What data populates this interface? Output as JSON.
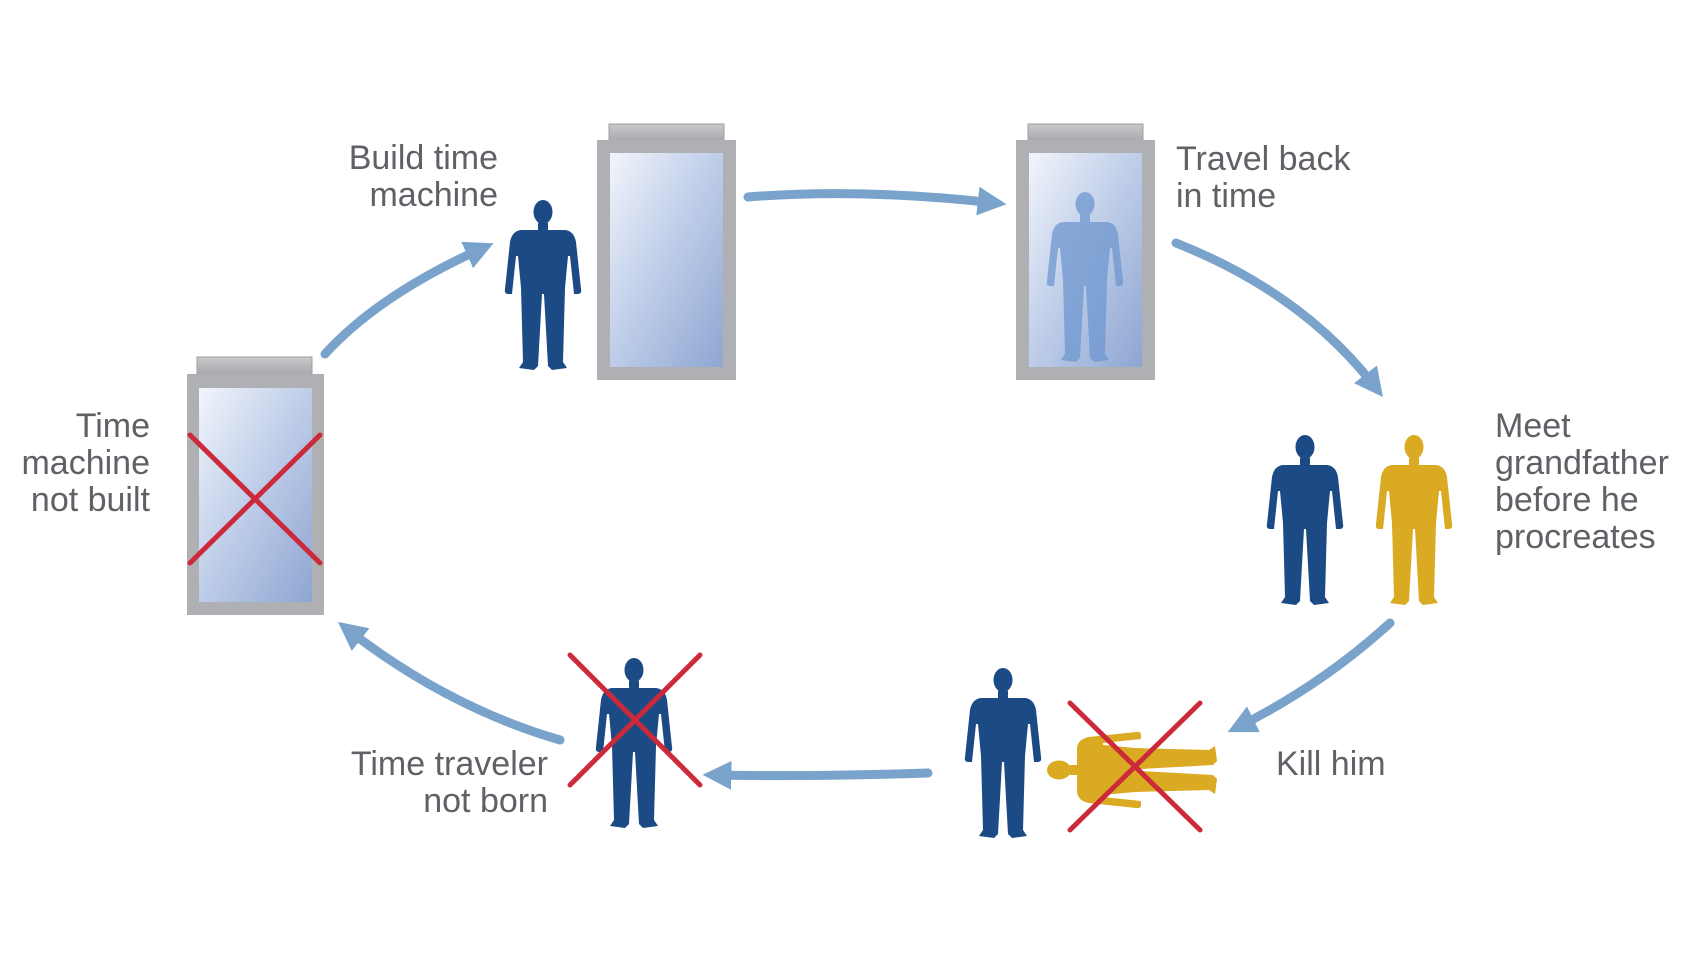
{
  "steps": [
    {
      "id": "build",
      "lines": [
        "Build time",
        "machine"
      ]
    },
    {
      "id": "travel",
      "lines": [
        "Travel back",
        "in time"
      ]
    },
    {
      "id": "meet",
      "lines": [
        "Meet",
        "grandfather",
        "before he",
        "procreates"
      ]
    },
    {
      "id": "kill",
      "lines": [
        "Kill him"
      ]
    },
    {
      "id": "notborn",
      "lines": [
        "Time traveler",
        "not born"
      ]
    },
    {
      "id": "notbuilt",
      "lines": [
        "Time",
        "machine",
        "not built"
      ]
    }
  ],
  "colors": {
    "traveler": "#1b4a84",
    "grandfather": "#d9aa22",
    "arrow": "#7aa3cc",
    "cross": "#cc2a3a",
    "machine_frame": "#aeb0b3",
    "text": "#5f6166"
  },
  "icons": [
    "person-icon",
    "time-machine-icon",
    "cross-out-icon",
    "arrow-icon"
  ]
}
